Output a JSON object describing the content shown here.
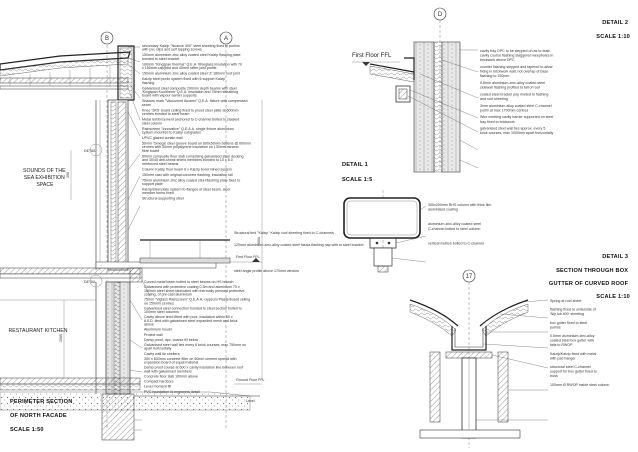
{
  "grid_bubbles": {
    "b": "B",
    "a": "A",
    "d": "D",
    "n17": "17"
  },
  "left_labels": {
    "sounds_space": [
      "SOUNDS OF THE",
      "SEA EXHIBITION",
      "SPACE"
    ],
    "restaurant_kitchen": "RESTAURANT KITCHEN",
    "detail_callout_1": "DETAIL",
    "detail_callout_2": "DETAIL"
  },
  "left_title": {
    "line1": "PERIMETER SECTION",
    "line2": "OF NORTH FACADE",
    "line3": "SCALE 1:50"
  },
  "level_marks": {
    "first_floor": "First Floor FFL",
    "ground_floor": "Ground Floor FFL",
    "ground_level": "Level",
    "first_floor_right": "First Floor FFL"
  },
  "left_notes_top": [
    "secondary Kalzip \"Nuance 400\" steel sheeting fixed to purlins with pvc clips and self tapping screws",
    "150mm aluminium zinc alloy coated steel Kalzip flashing plate bonded to steel bracket",
    "100mm \"Kingspan thermal\" Q.E.A. fibreglass insulation with 70 x 150mm cap/joist and 40mm rafter joist profile",
    "150mm aluminium zinc alloy coated steel 'Z' 180mm roof joint",
    "Kalzip steel purlin system fixed with 6 support Kalzip flashing",
    "Galvanised steel composite 200mm depth beams with steel 'Kingspan Kooltherm' Q.E.A. insulation and 75mm sheathing board with vapour barrier supports",
    "Shadow mark \"Vacuumed Alcamo\" Q.E.A. fixture with compressed seam",
    "Knee 'SKS' board ceiling fixed to proud steel plate at 600mm centres bonded to steel beam",
    "Metal reinforcement anchored to C-channel bolted to stacked steel column",
    "Rainscreen \"Innovative\" Q.E.A.A. single fixture aluminium system mounted to Kalzip subgrades",
    "UPVC glazed curtain wall",
    "50mm 'Omega' steel groove board on 600x50mm battens @ 600mm centres with 30mm polystyrene insulation on 130mm mineral fibre board",
    "60mm composite floor slab comprising galvanised steel decking and 30/45 anti-shrink shield members bonded to 10 x 6.0 reinforced steel beams",
    "Column Kalzip floor beam 6 x Kalzip bond mined system",
    "150mm cast with original concrete flashing, insulation rail",
    "75mm aluminium zinc alloy coated steel flashing plate fixed to support plate",
    "Kalzip/steel plate system to flanges of steel beam, steel member forms fixed",
    "Structural supporting steel"
  ],
  "left_notes_bottom": [
    "Curved metal beam bolted to steel beams on HS branch",
    "Galvanised with protective coating 0.3m and aluminium 75 x 160mm steel sheet fabricated with thermally pressed protective coating, of pre-cast aluminium",
    "75mm \"Viglass Rainscreen\" Q.E.A.A. Gypsum Plasterboard ceiling on 150mm centres",
    "Galvanised steel connection bonded to steel section bolted to 100mm steel columns",
    "Cavity above lined fitted with poor, insulation within 60 x 8.0.D. tiled with galvanised steel expanded mesh and brick above",
    "Aluminium mould",
    "Protect wall",
    "Damp proof, dpc, coarse fill below",
    "Galvanised steel wall ties every 6 brick courses, max 750mm on apart horizontally",
    "Cavity wall tie shelters",
    "300 x 600mm concrete filter on 50mm cement spread with expansion board of equal material",
    "Damp proof course at 600 x cavity insulation line between roof wall with galvanised members",
    "Concrete floor slab 100mm above",
    "Compact hardcore",
    "Level moment fill",
    "PVC foundation to engineers detail"
  ],
  "detail1": {
    "title": "DETAIL 1",
    "scale": "SCALE 1:5"
  },
  "detail2": {
    "title": "DETAIL 2",
    "scale": "SCALE 1:10"
  },
  "detail3": {
    "title": "DETAIL 3",
    "subtitle1": "SECTION THROUGH BOX",
    "subtitle2": "GUTTER OF CURVED ROOF",
    "scale": "SCALE 1:10"
  },
  "detail2_notes": [
    "cavity tray DPC to be stepped on as to drain cavity course flashing staggered weepholes in brickwork above DPC",
    "counter flashing stepped and tapered to allow fixing in brickwork wall, not overlap of base flashing to 150mm",
    "0.8mm aluminium-zinc-alloy coated steel sidewall flashing profiled to fall of roof",
    "coated steel bracket pop riveted to flashing and roof sheeting",
    "3mm aluminium alloy coated steel C-channel purlin at max 1700mm centres",
    "Wire meeting cavity barrier supported on steel tray fixed to brickwork",
    "galvanised steel wall ties approx. every 5 brick courses, max 1000mm apart horizontally"
  ],
  "detail1_notes": [
    "300x200mm RHS column with thick film aluminised coating",
    "aluminium-zinc-alloy coated steel C-channel bolted to steel column",
    "vertical mullion bolted to C-channel"
  ],
  "detail3_notes": [
    "Spring at roof sheet",
    "flashing fixed to underside of 'Nip lok 400' sheeting",
    "box gutter fixed to steel purlins",
    "0.6mm aluminium-zinc-alloy coated steel box gutter with falls to RWOP",
    "Kalzip/Kalzip fixed with metal with pad hanger",
    "structural steel C-channel support for box gutter fixed to truss",
    "100mm Ø RWOP inside steel column"
  ],
  "inline_notes": [
    "Structural tied \"Kalzip\" Kalzip roof sheeting fixed to C-channels",
    "120mm aluminium-zinc-alloy coated steel fascia flashing nap with to steel bracket",
    "steel angle profile above 170mm window"
  ],
  "dims": {
    "d1": "390",
    "d2": "1065",
    "d3": "3000"
  }
}
